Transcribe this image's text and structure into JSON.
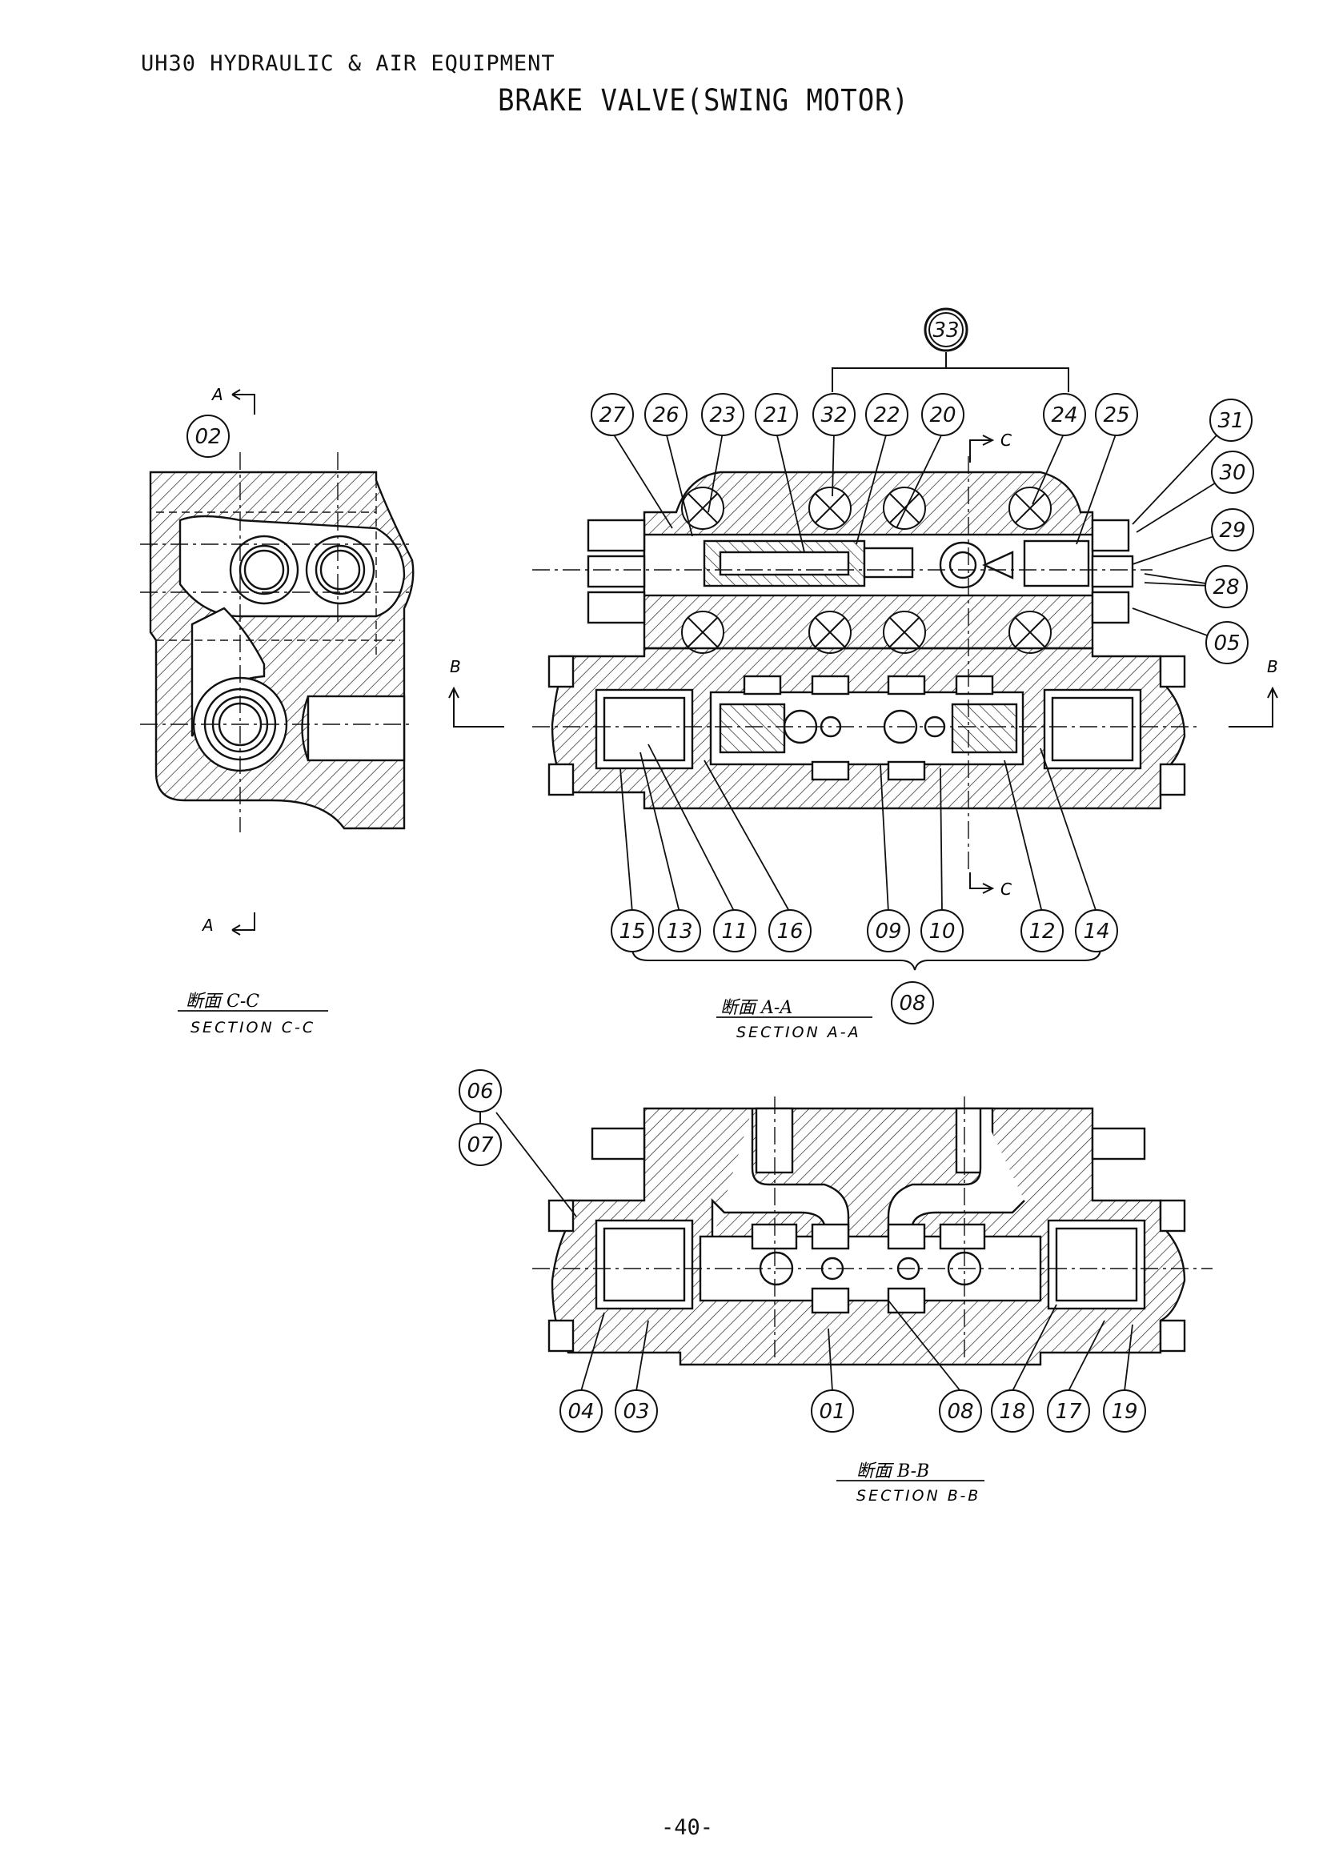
{
  "header": {
    "subtitle": "UH30 HYDRAULIC & AIR EQUIPMENT",
    "title": "BRAKE VALVE(SWING MOTOR)",
    "page_number": "-40-"
  },
  "sections": {
    "cc": {
      "jp": "断面 C-C",
      "en": "SECTION C-C"
    },
    "aa": {
      "jp": "断面 A-A",
      "en": "SECTION A-A"
    },
    "bb": {
      "jp": "断面 B-B",
      "en": "SECTION B-B"
    }
  },
  "marks": {
    "a": "A",
    "b": "B",
    "c": "C"
  },
  "balloons": {
    "p02": "02",
    "p33": "33",
    "p27": "27",
    "p26": "26",
    "p23": "23",
    "p21": "21",
    "p32": "32",
    "p22": "22",
    "p20": "20",
    "p24": "24",
    "p25": "25",
    "p31": "31",
    "p30": "30",
    "p29": "29",
    "p28": "28",
    "p05": "05",
    "p15": "15",
    "p13": "13",
    "p11": "11",
    "p16": "16",
    "p09": "09",
    "p10": "10",
    "p12": "12",
    "p14": "14",
    "p08a": "08",
    "p06": "06",
    "p07": "07",
    "p04": "04",
    "p03": "03",
    "p01": "01",
    "p08b": "08",
    "p18": "18",
    "p17": "17",
    "p19": "19"
  }
}
